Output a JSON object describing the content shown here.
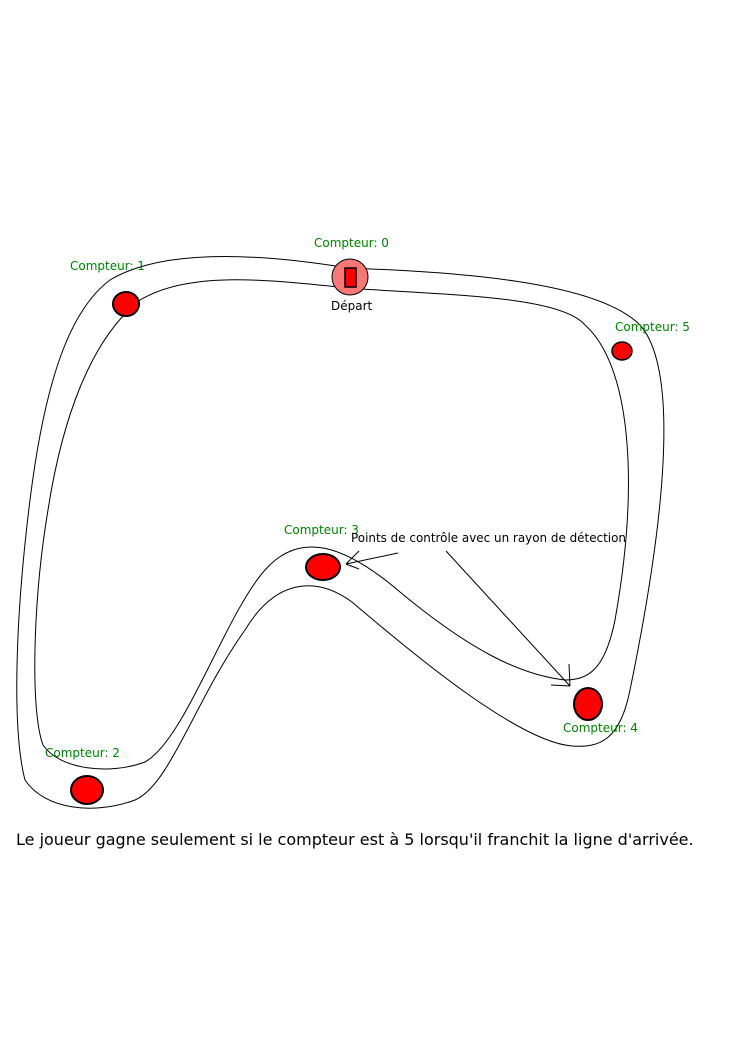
{
  "colors": {
    "checkpoint_fill": "#ff0000",
    "start_fill": "#f87878",
    "label_color": "#008000",
    "outline": "#000000"
  },
  "checkpoints": [
    {
      "label": "Compteur: 0"
    },
    {
      "label": "Compteur: 1"
    },
    {
      "label": "Compteur: 2"
    },
    {
      "label": "Compteur: 3"
    },
    {
      "label": "Compteur: 4"
    },
    {
      "label": "Compteur: 5"
    }
  ],
  "start": {
    "label": "Départ"
  },
  "annotation": {
    "text": "Points de contrôle avec un rayon de détection"
  },
  "caption": "Le joueur gagne seulement si le compteur est à 5 lorsqu'il franchit la ligne d'arrivée."
}
